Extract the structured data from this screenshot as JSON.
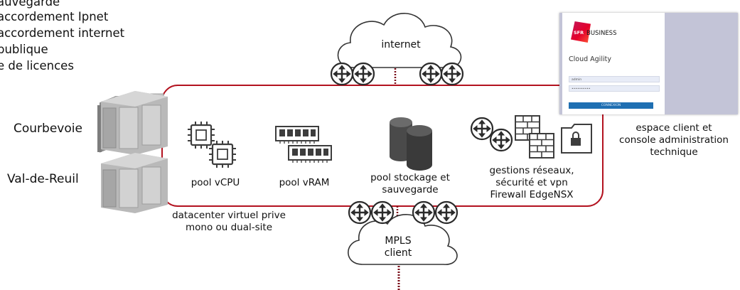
{
  "services_list": [
    "auvegarde",
    "accordement Ipnet",
    "accordement internet",
    "publique",
    "e de licences"
  ],
  "sites": {
    "top": "Courbevoie",
    "bottom": "Val-de-Reuil"
  },
  "clouds": {
    "internet": "internet",
    "mpls_line1": "MPLS",
    "mpls_line2": "client"
  },
  "pools": {
    "vcpu": "pool vCPU",
    "vram": "pool vRAM",
    "storage_line1": "pool stockage et",
    "storage_line2": "sauvegarde"
  },
  "network": {
    "line1": "gestions réseaux,",
    "line2": "sécurité et vpn",
    "line3": "Firewall EdgeNSX"
  },
  "datacenter": {
    "line1": "datacenter virtuel prive",
    "line2": "mono ou dual-site"
  },
  "console": {
    "line1": "espace client et",
    "line2": "console administration",
    "line3": "technique"
  },
  "login_screenshot": {
    "brand": "BUSINESS",
    "brand_logo_text": "SFR",
    "app_name": "Cloud Agility",
    "username_value": "admin",
    "password_value": "••••••••••",
    "button_label": "CONNEXION"
  },
  "colors": {
    "frame": "#b3121f",
    "dashed_link": "#7a0f1a",
    "dark_icon": "#3d3d3d",
    "login_button": "#1f6fb2"
  }
}
